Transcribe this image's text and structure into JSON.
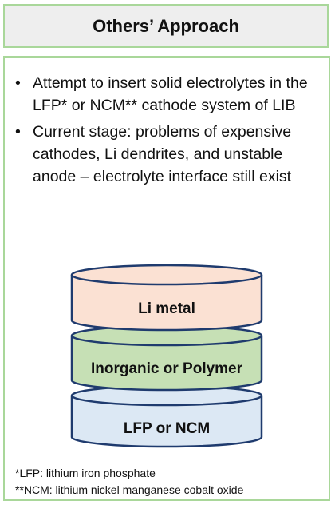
{
  "header": {
    "title": "Others’ Approach"
  },
  "bullets": [
    {
      "marker": "•",
      "text": "Attempt to insert solid electrolytes in the LFP* or NCM** cathode system of LIB"
    },
    {
      "marker": "•",
      "text": "Current stage: problems of expensive cathodes, Li dendrites, and unstable anode – electrolyte interface still exist"
    }
  ],
  "stack": {
    "layers": [
      {
        "label": "Li metal",
        "fill": "#fbe1d3"
      },
      {
        "label": "Inorganic or Polymer",
        "fill": "#c6e0b5"
      },
      {
        "label": "LFP or NCM",
        "fill": "#dce8f4"
      }
    ],
    "stroke": "#1f3b6e"
  },
  "footnotes": [
    "*LFP: lithium iron phosphate",
    "**NCM: lithium nickel manganese cobalt oxide"
  ],
  "colors": {
    "border_green": "#a9d79a",
    "title_bg": "#eeeeee"
  }
}
